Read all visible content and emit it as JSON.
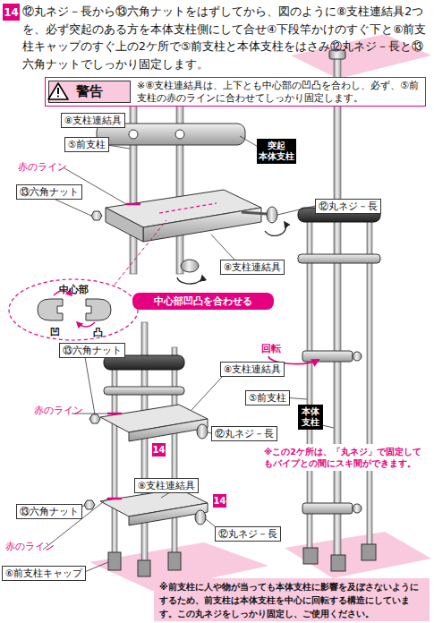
{
  "diagram": {
    "nodes": [
      {
        "text": [
          "14"
        ]
      },
      {
        "text": [
          "警告",
          "※⑧支柱連結具は、上下とも中心部の凹凸を合わし、必ず、⑤前支柱の赤のラインに合わせてしっかり固定します。"
        ]
      },
      {
        "text": [
          "⑧支柱連結具"
        ]
      },
      {
        "text": [
          "⑤前支柱"
        ]
      },
      {
        "text": [
          "突起",
          "本体支柱"
        ]
      },
      {
        "text": [
          "⑬六角ナット"
        ]
      },
      {
        "text": [
          "⑫丸ネジ－長"
        ]
      },
      {
        "text": [
          "⑧支柱連結具"
        ]
      },
      {
        "text": [
          "中心部凹凸を合わせる"
        ]
      },
      {
        "text": [
          "⑬六角ナット"
        ]
      },
      {
        "text": [
          "⑧支柱連結具"
        ]
      },
      {
        "text": [
          "⑤前支柱"
        ]
      },
      {
        "text": [
          "本体支柱"
        ]
      },
      {
        "text": [
          "⑫丸ネジ－長"
        ]
      },
      {
        "text": [
          "14"
        ]
      },
      {
        "text": [
          "⑧支柱連結具"
        ]
      },
      {
        "text": [
          "14"
        ]
      },
      {
        "text": [
          "⑬六角ナット"
        ]
      },
      {
        "text": [
          "⑫丸ネジ－長"
        ]
      },
      {
        "text": [
          "⑥前支柱キャップ"
        ]
      },
      {
        "text": [
          "※前支柱に人や物が当っても本体支柱に影響を及ぼさないようにするため、前支柱は本体支柱を中心に回転する構造にしています。この丸ネジをしっかり固定し、ご使用ください。"
        ]
      }
    ],
    "labels": [
      "⑫丸ネジ－長から⑬六角ナットをはずしてから、図のように⑧支柱連結具2つを、必ず突起のある方を本体支柱側にして合せ④下段竿かけのすぐ下と⑥前支柱キャップのすぐ上の2ケ所で⑤前支柱と本体支柱をはさみ⑫丸ネジ－長と⑬六角ナットでしっかり固定します。",
      "赤のライン",
      "中心部",
      "凹",
      "凸",
      "回転",
      "赤のライン",
      "※この2ケ所は、「丸ネジ」で固定してもパイプとの間にスキ間ができます。",
      "赤のライン"
    ]
  }
}
